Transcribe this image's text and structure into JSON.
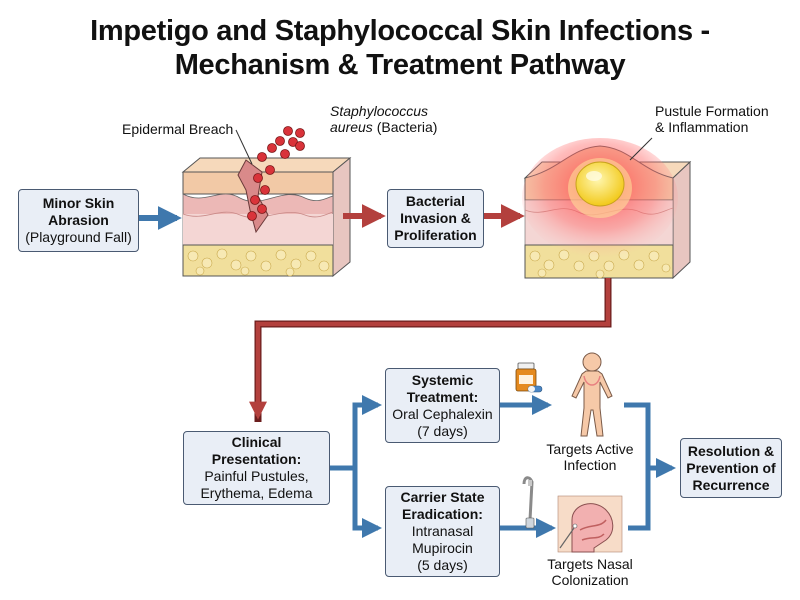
{
  "title": {
    "line1": "Impetigo and Staphylococcal Skin Infections -",
    "line2": "Mechanism & Treatment Pathway"
  },
  "labels": {
    "epidermal_breach": "Epidermal Breach",
    "bacteria_species": "Staphylococcus",
    "bacteria_species_2": "aureus",
    "bacteria_suffix": "(Bacteria)",
    "pustule_line1": "Pustule Formation",
    "pustule_line2": "& Inflammation",
    "targets_active_1": "Targets Active",
    "targets_active_2": "Infection",
    "targets_nasal_1": "Targets Nasal",
    "targets_nasal_2": "Colonization"
  },
  "boxes": {
    "abrasion": {
      "line1": "Minor Skin",
      "line2": "Abrasion",
      "line3": "(Playground Fall)"
    },
    "invasion": {
      "line1": "Bacterial",
      "line2": "Invasion &",
      "line3": "Proliferation"
    },
    "clinical": {
      "line1": "Clinical",
      "line2": "Presentation:",
      "line3": "Painful Pustules,",
      "line4": "Erythema, Edema"
    },
    "systemic": {
      "line1": "Systemic",
      "line2": "Treatment:",
      "line3": "Oral Cephalexin",
      "line4": "(7 days)"
    },
    "carrier": {
      "line1": "Carrier State",
      "line2": "Eradication:",
      "line3": "Intranasal",
      "line4": "Mupirocin",
      "line5": "(5 days)"
    },
    "resolution": {
      "line1": "Resolution &",
      "line2": "Prevention of",
      "line3": "Recurrence"
    }
  },
  "colors": {
    "box_fill": "#e9eef6",
    "box_border": "#4a5a72",
    "red_arrow": "#b3403d",
    "blue_arrow": "#3f78ad",
    "skin_top": "#f2c9a6",
    "dermis": "#f4d6d4",
    "fat": "#f1df9c"
  },
  "icons": [
    "bacteria-icon",
    "skin-cross-section-icon",
    "pustule-icon",
    "pill-bottle-icon",
    "human-body-icon",
    "ointment-tube-icon",
    "nasal-cavity-icon"
  ]
}
